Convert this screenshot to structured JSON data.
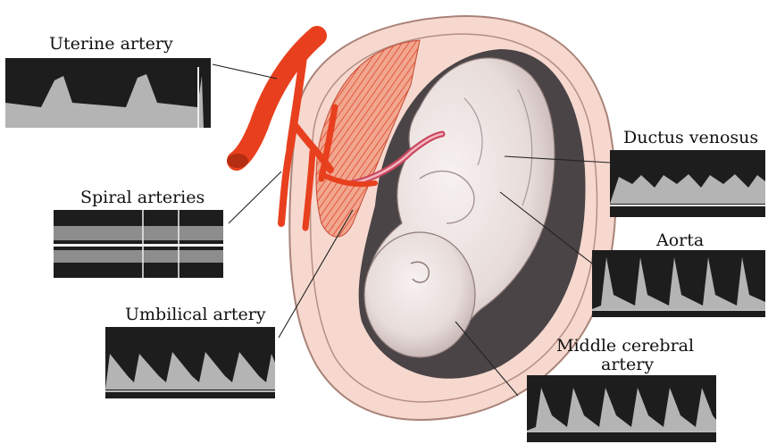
{
  "labels": {
    "uterine_artery": "Uterine artery",
    "spiral_arteries": "Spiral arteries",
    "umbilical_artery": "Umbilical artery",
    "ductus_venosus": "Ductus venosus",
    "aorta": "Aorta",
    "middle_cerebral_line1": "Middle cerebral",
    "middle_cerebral_line2": "artery"
  },
  "colors": {
    "artery_red": "#e8401e",
    "uterus_wall": "#f6d8cf",
    "placenta_hatch": "#e5735a",
    "fetus_skin": "#ede4e2",
    "amniotic_dark": "#4a4446",
    "waveform_bg": "#1d1d1d",
    "waveform_signal": "#d9d9d9"
  }
}
